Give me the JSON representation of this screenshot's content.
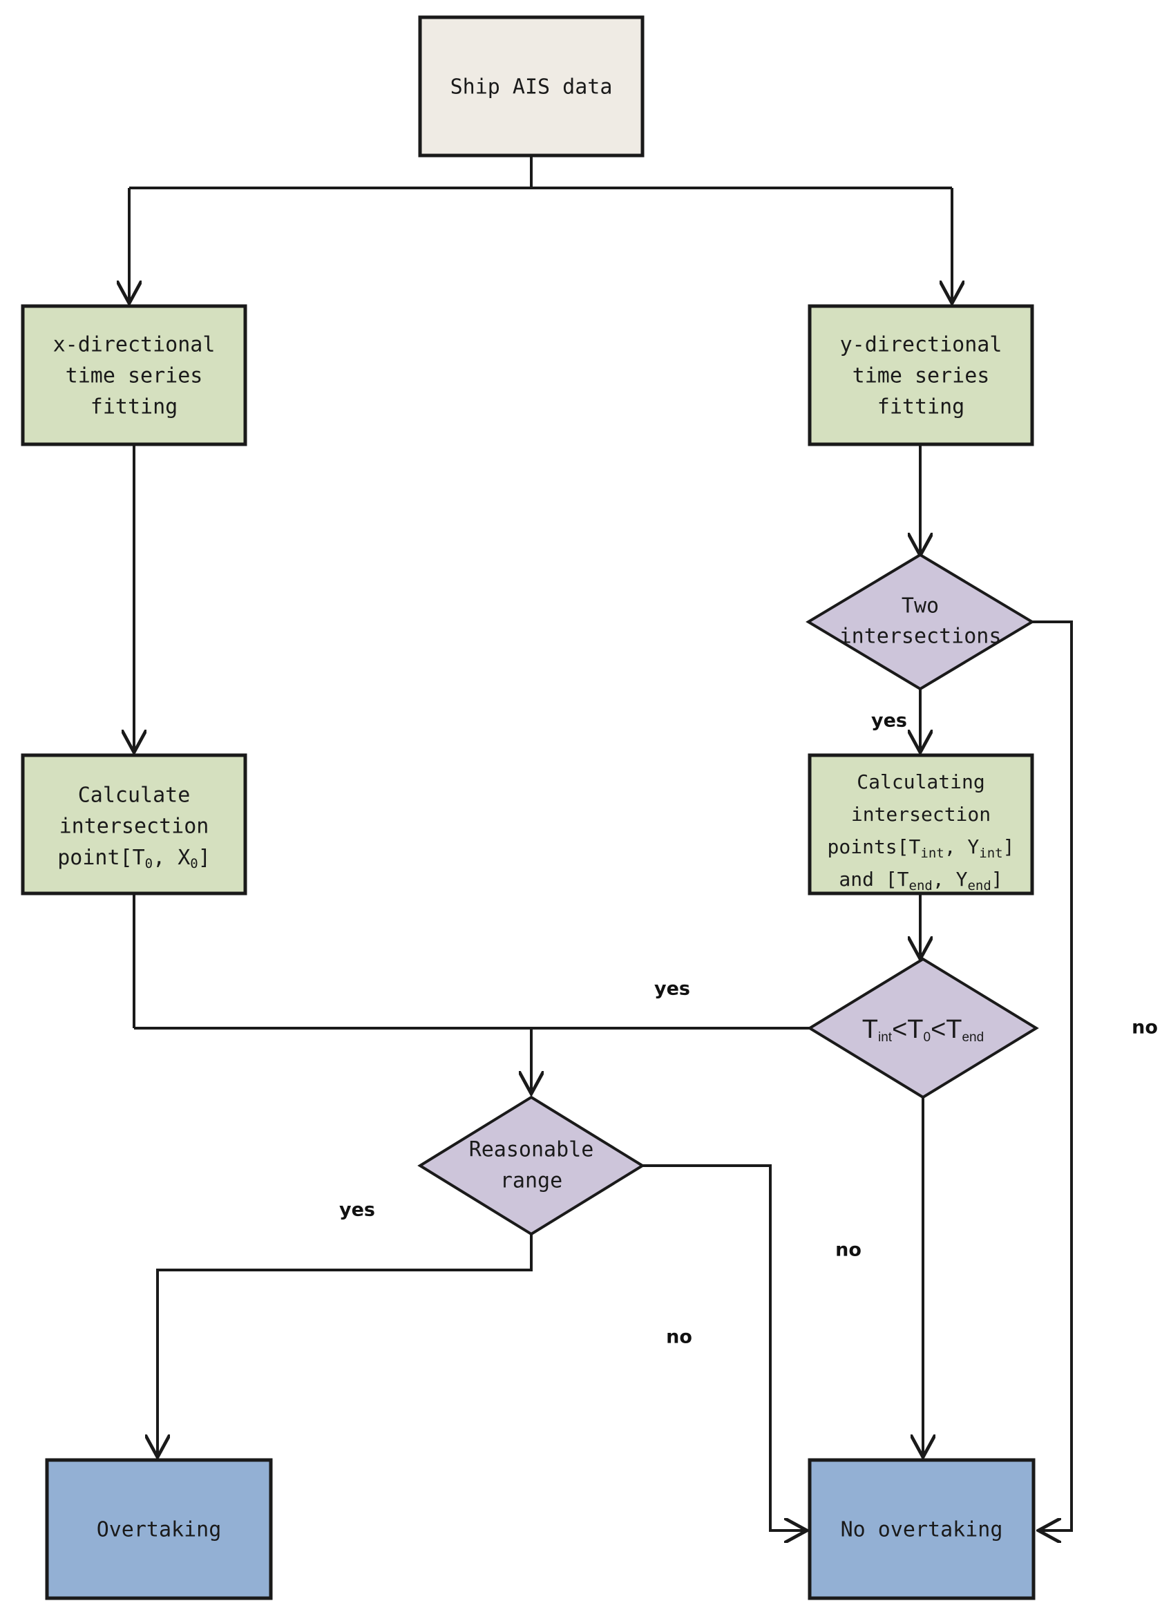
{
  "diagram": {
    "type": "flowchart",
    "title": "Ship overtaking detection flowchart",
    "colors": {
      "start_fill": "#efebe4",
      "process_fill": "#d5e0bf",
      "decision_fill": "#cdc5da",
      "terminal_fill": "#93b0d4",
      "stroke": "#1a1a1a",
      "label_text": "#111111"
    },
    "nodes": [
      {
        "id": "ship_ais",
        "shape": "box",
        "kind": "start",
        "lines": [
          "Ship AIS data"
        ]
      },
      {
        "id": "x_fit",
        "shape": "box",
        "kind": "process",
        "lines": [
          "x-directional",
          "time series",
          "fitting"
        ]
      },
      {
        "id": "y_fit",
        "shape": "box",
        "kind": "process",
        "lines": [
          "y-directional",
          "time series",
          "fitting"
        ]
      },
      {
        "id": "two_int",
        "shape": "diamond",
        "kind": "decision",
        "lines": [
          "Two",
          "intersections"
        ]
      },
      {
        "id": "calc_left",
        "shape": "box",
        "kind": "process",
        "lines": [
          "Calculate",
          "intersection",
          "point[T0, X0]"
        ]
      },
      {
        "id": "calc_right",
        "shape": "box",
        "kind": "process",
        "lines": [
          "Calculating",
          "intersection",
          "points[Tint, Yint]",
          "and [Tend, Yend]"
        ]
      },
      {
        "id": "t_compare",
        "shape": "diamond",
        "kind": "decision",
        "lines": [
          "Tint<T0<Tend"
        ]
      },
      {
        "id": "reasonable",
        "shape": "diamond",
        "kind": "decision",
        "lines": [
          "Reasonable",
          "range"
        ]
      },
      {
        "id": "overtaking",
        "shape": "box",
        "kind": "terminal",
        "lines": [
          "Overtaking"
        ]
      },
      {
        "id": "no_overtaking",
        "shape": "box",
        "kind": "terminal",
        "lines": [
          "No overtaking"
        ]
      }
    ],
    "edges": [
      {
        "from": "ship_ais",
        "to": "x_fit",
        "label": ""
      },
      {
        "from": "ship_ais",
        "to": "y_fit",
        "label": ""
      },
      {
        "from": "x_fit",
        "to": "calc_left",
        "label": ""
      },
      {
        "from": "y_fit",
        "to": "two_int",
        "label": ""
      },
      {
        "from": "two_int",
        "to": "calc_right",
        "label": "yes"
      },
      {
        "from": "two_int",
        "to": "no_overtaking",
        "label": "no"
      },
      {
        "from": "calc_right",
        "to": "t_compare",
        "label": ""
      },
      {
        "from": "calc_left",
        "to": "t_compare",
        "label": ""
      },
      {
        "from": "t_compare",
        "to": "reasonable",
        "label": "yes"
      },
      {
        "from": "t_compare",
        "to": "no_overtaking",
        "label": "no"
      },
      {
        "from": "reasonable",
        "to": "overtaking",
        "label": "yes"
      },
      {
        "from": "reasonable",
        "to": "no_overtaking",
        "label": "no"
      }
    ]
  },
  "nodes": {
    "ship_ais": {
      "line1": "Ship AIS data"
    },
    "x_fit": {
      "line1": "x-directional",
      "line2": "time series",
      "line3": "fitting"
    },
    "y_fit": {
      "line1": "y-directional",
      "line2": "time series",
      "line3": "fitting"
    },
    "two_int": {
      "line1": "Two",
      "line2": "intersections"
    },
    "calc_left": {
      "line1": "Calculate",
      "line2": "intersection",
      "line3_a": "point[T",
      "line3_sub1": "0",
      "line3_b": ", X",
      "line3_sub2": "0",
      "line3_c": "]"
    },
    "calc_right": {
      "line1": "Calculating",
      "line2": "intersection",
      "line3_a": "points[T",
      "line3_sub1": "int",
      "line3_b": ", Y",
      "line3_sub2": "int",
      "line3_c": "]",
      "line4_a": "and [T",
      "line4_sub1": "end",
      "line4_b": ", Y",
      "line4_sub2": "end",
      "line4_c": "]"
    },
    "t_compare": {
      "t1": "T",
      "t1sub": "int",
      "op1": "<T",
      "t2sub": "0",
      "op2": "<T",
      "t3sub": "end"
    },
    "reasonable": {
      "line1": "Reasonable",
      "line2": "range"
    },
    "overtaking": {
      "line1": "Overtaking"
    },
    "no_overtaking": {
      "line1": "No overtaking"
    }
  },
  "edge_labels": {
    "two_int_yes": "yes",
    "two_int_no": "no",
    "t_compare_yes": "yes",
    "t_compare_no": "no",
    "reasonable_yes": "yes",
    "reasonable_no": "no"
  }
}
